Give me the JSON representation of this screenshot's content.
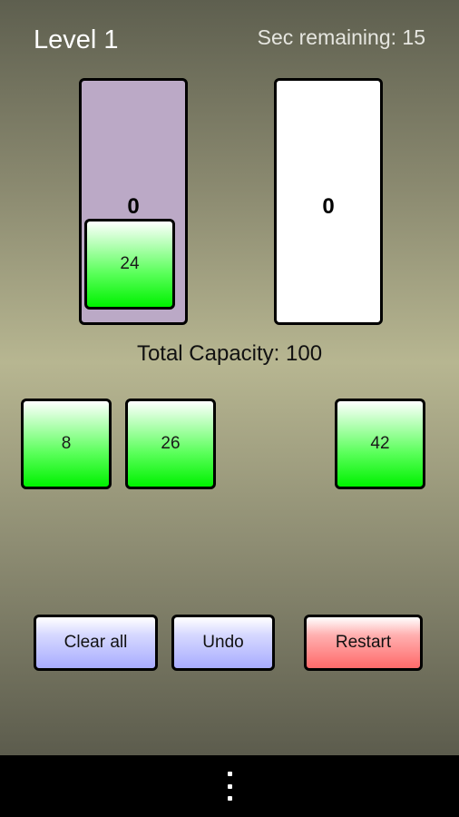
{
  "header": {
    "level": "Level 1",
    "timer": "Sec remaining: 15"
  },
  "bins": [
    {
      "value": "0",
      "color": "#bba9c6",
      "selected": true
    },
    {
      "value": "0",
      "color": "#ffffff",
      "selected": false
    }
  ],
  "blocks": {
    "in_bin": "24",
    "pool": [
      "8",
      "26",
      "42"
    ]
  },
  "capacity": "Total Capacity: 100",
  "buttons": {
    "clear_all": "Clear all",
    "undo": "Undo",
    "restart": "Restart"
  },
  "colors": {
    "block_green": "#00f200",
    "button_blue": "#a8acff",
    "button_red": "#ff6a6a"
  },
  "icons": {
    "overflow_menu": "vertical-dots-icon"
  }
}
